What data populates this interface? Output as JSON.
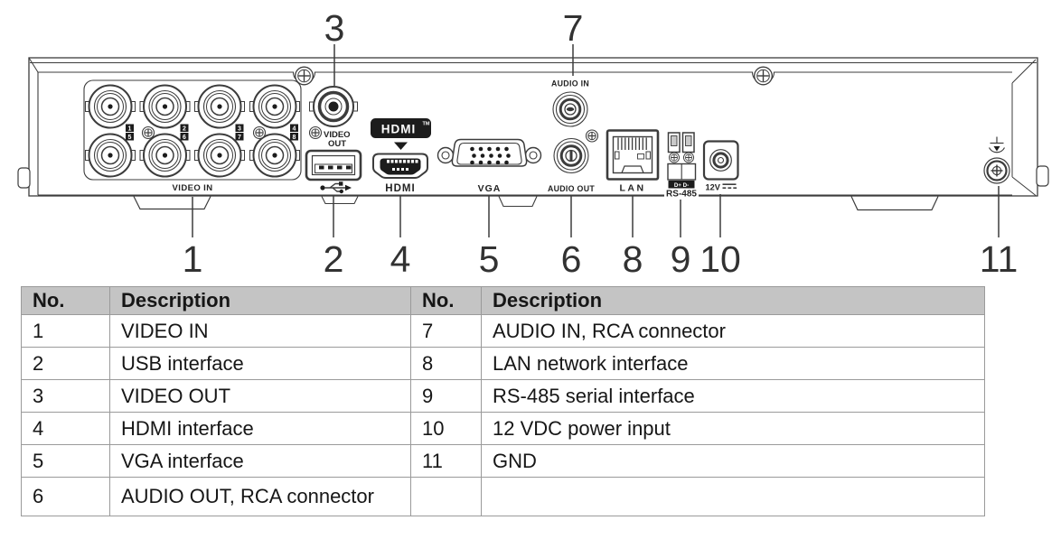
{
  "diagram": {
    "labels": {
      "video_in": "VIDEO IN",
      "video_out_1": "VIDEO",
      "video_out_2": "OUT",
      "hdmi_logo": "HDMI",
      "hdmi_logo_tm": "TM",
      "hdmi_port": "HDMI",
      "vga": "VGA",
      "audio_in": "AUDIO IN",
      "audio_out": "AUDIO OUT",
      "lan": "LAN",
      "rs485_badge": "D+ D-",
      "rs485": "RS-485",
      "power": "12V"
    },
    "bnc_badges": [
      "1",
      "2",
      "3",
      "4",
      "5",
      "6",
      "7",
      "8"
    ],
    "callouts": [
      "1",
      "2",
      "3",
      "4",
      "5",
      "6",
      "7",
      "8",
      "9",
      "10",
      "11"
    ]
  },
  "table": {
    "headers": {
      "no": "No.",
      "description": "Description"
    },
    "left_rows": [
      {
        "no": "1",
        "desc": "VIDEO IN"
      },
      {
        "no": "2",
        "desc": "USB interface"
      },
      {
        "no": "3",
        "desc": "VIDEO OUT"
      },
      {
        "no": "4",
        "desc": "HDMI interface"
      },
      {
        "no": "5",
        "desc": "VGA interface"
      },
      {
        "no": "6",
        "desc": "AUDIO OUT, RCA connector"
      }
    ],
    "right_rows": [
      {
        "no": "7",
        "desc": "AUDIO IN, RCA connector"
      },
      {
        "no": "8",
        "desc": "LAN network interface"
      },
      {
        "no": "9",
        "desc": "RS-485 serial interface"
      },
      {
        "no": "10",
        "desc": "12 VDC power input"
      },
      {
        "no": "11",
        "desc": "GND"
      },
      {
        "no": "",
        "desc": ""
      }
    ]
  },
  "colors": {
    "table_header_bg": "#c4c4c4",
    "table_border": "#9a9a9a",
    "diagram_line": "#3c3c3c"
  }
}
